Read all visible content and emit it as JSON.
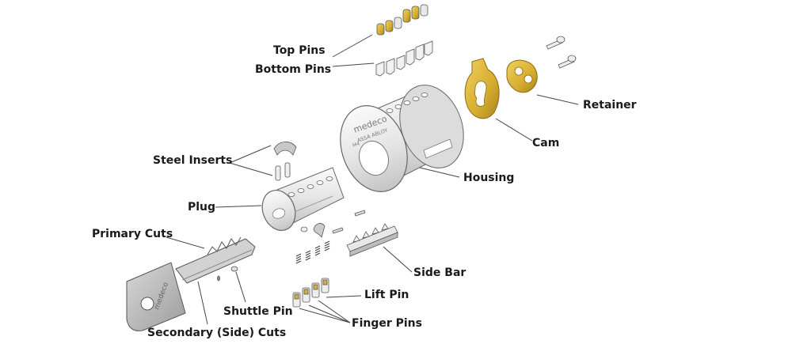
{
  "labels": {
    "top_pins": "Top Pins",
    "bottom_pins": "Bottom Pins",
    "retainer": "Retainer",
    "cam": "Cam",
    "steel_inserts": "Steel Inserts",
    "housing": "Housing",
    "plug": "Plug",
    "primary_cuts": "Primary Cuts",
    "side_bar": "Side Bar",
    "shuttle_pin": "Shuttle Pin",
    "lift_pin": "Lift Pin",
    "finger_pins": "Finger Pins",
    "secondary_cuts": "Secondary (Side) Cuts"
  },
  "engravings": {
    "brand": "medeco",
    "group": "ASSA ABLOY",
    "code": "M4"
  },
  "colors": {
    "brass": "#d9b43a",
    "brass_dark": "#a8841e",
    "steel": "#e6e6e6",
    "outline": "#555555",
    "leader": "#444444"
  }
}
